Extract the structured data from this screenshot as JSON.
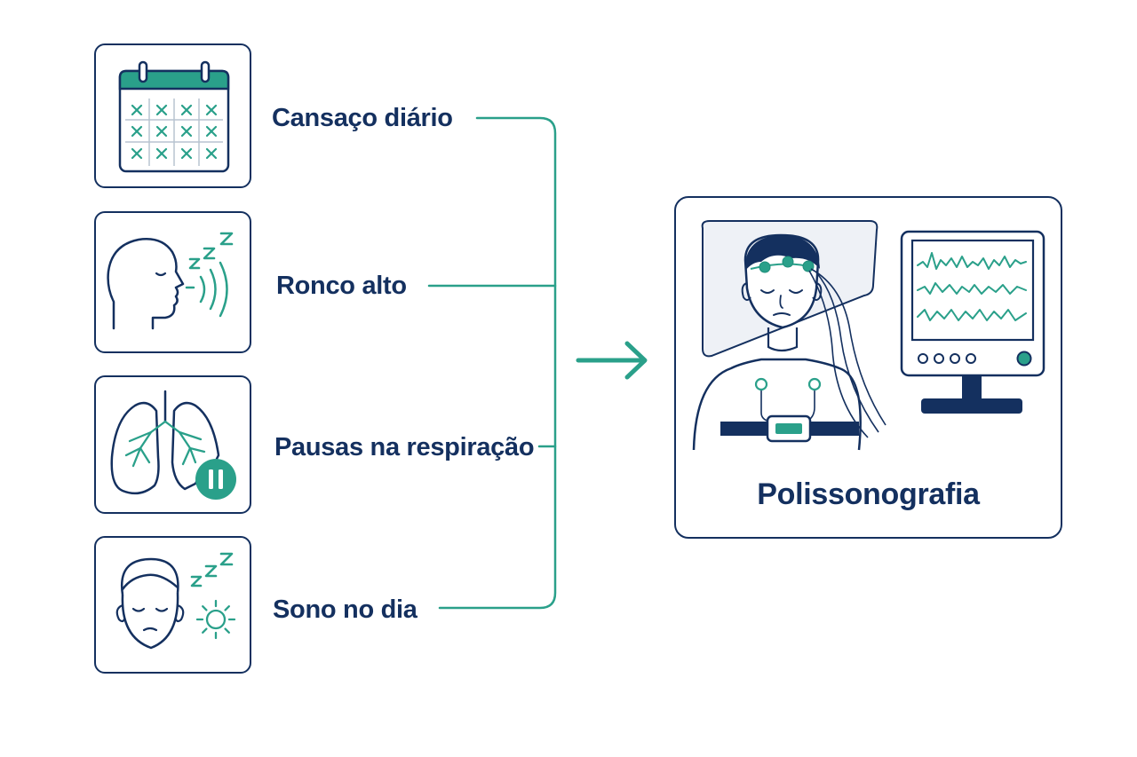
{
  "colors": {
    "navy": "#14305f",
    "teal": "#2aa08a",
    "teal_dark": "#1f8f7b",
    "background": "#ffffff"
  },
  "symptoms": [
    {
      "label": "Cansaço diário",
      "icon": "calendar-icon"
    },
    {
      "label": "Ronco alto",
      "icon": "snoring-head-icon"
    },
    {
      "label": "Pausas na respiração",
      "icon": "lungs-pause-icon"
    },
    {
      "label": "Sono no dia",
      "icon": "sleepy-face-sun-icon"
    }
  ],
  "result": {
    "title": "Polissonografia",
    "icon": "sleep-study-patient-monitor-icon"
  },
  "arrow_icon": "right-arrow-icon"
}
